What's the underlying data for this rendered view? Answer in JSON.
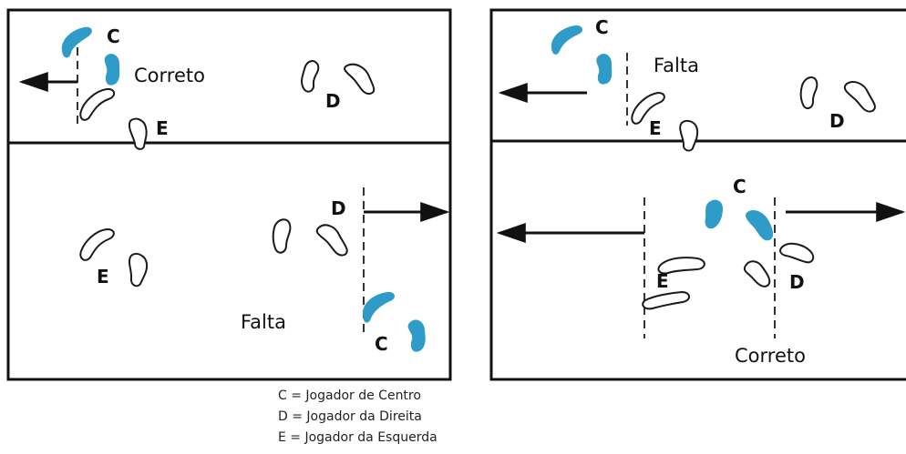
{
  "panels": {
    "top_left": {
      "status": "Correto"
    },
    "bottom_left": {
      "status": "Falta"
    },
    "top_right": {
      "status": "Falta"
    },
    "bottom_right": {
      "status": "Correto"
    }
  },
  "players": {
    "center": "C",
    "right": "D",
    "left": "E"
  },
  "legend": [
    "C = Jogador de Centro",
    "D = Jogador da Direita",
    "E = Jogador da Esquerda"
  ],
  "colors": {
    "center_player": "#2f9bc9",
    "outline": "#1a1a1a"
  }
}
